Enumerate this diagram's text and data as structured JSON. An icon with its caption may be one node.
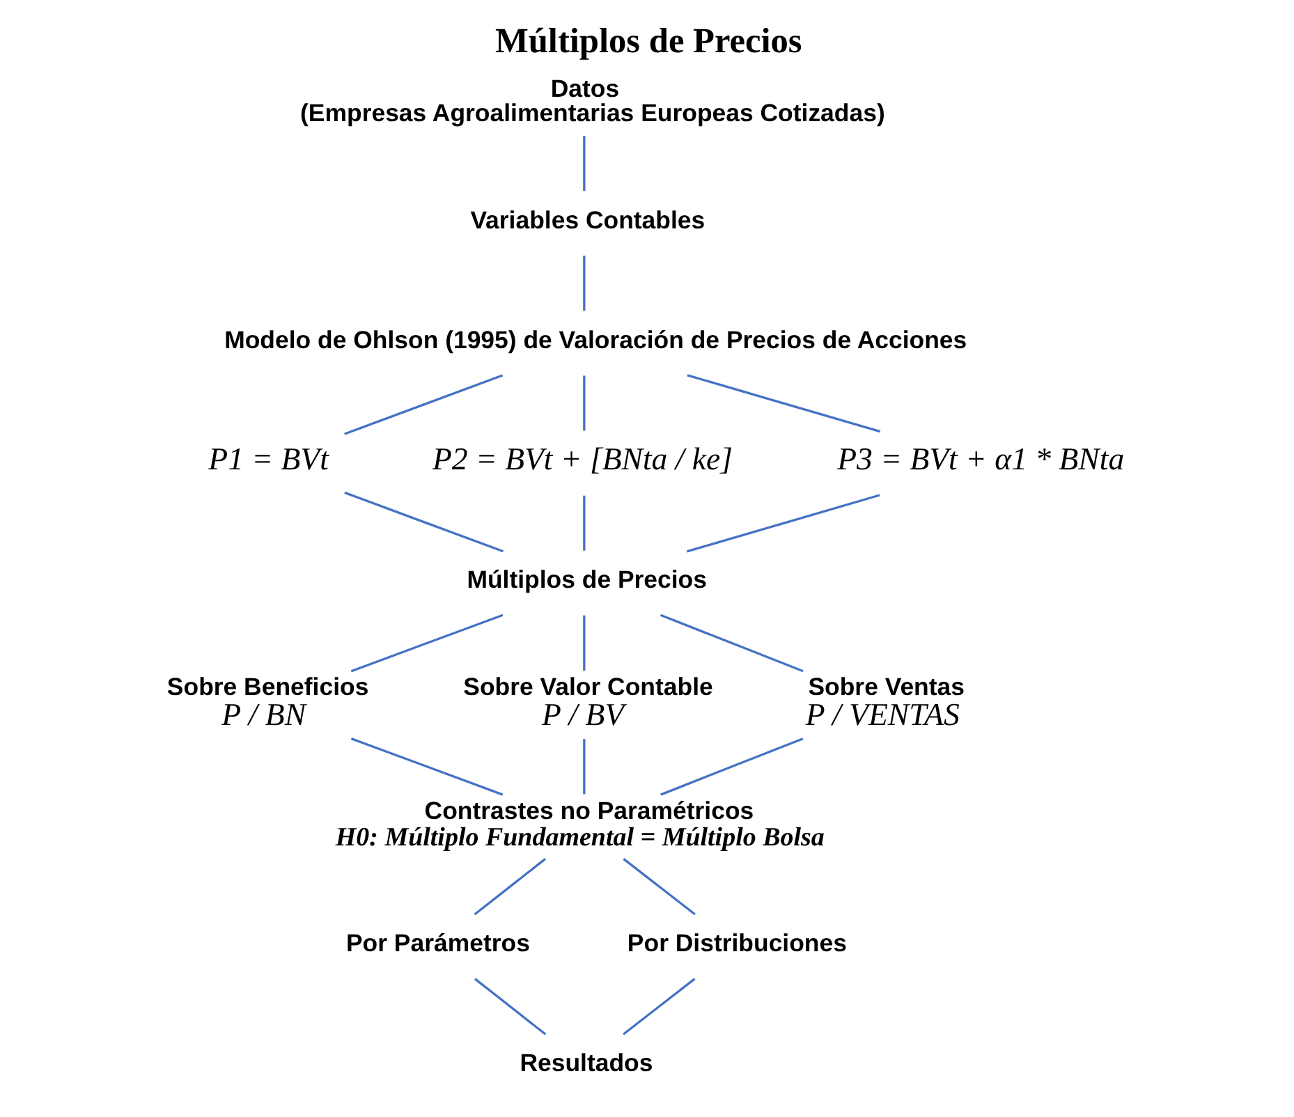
{
  "diagram": {
    "title": "Múltiplos de Precios",
    "nodes": [
      {
        "text": [
          "Datos",
          "(Empresas Agroalimentarias Europeas Cotizadas)"
        ]
      },
      {
        "text": [
          "Variables Contables"
        ]
      },
      {
        "text": [
          "Modelo de Ohlson (1995) de Valoración de Precios de Acciones"
        ]
      },
      {
        "text": [
          "P1 = BVt"
        ]
      },
      {
        "text": [
          "P2 = BVt + [BNta / ke]"
        ]
      },
      {
        "text": [
          "P3 = BVt + α1 * BNta"
        ]
      },
      {
        "text": [
          "Múltiplos de Precios"
        ]
      },
      {
        "text": [
          "Sobre Beneficios",
          "P / BN"
        ]
      },
      {
        "text": [
          "Sobre Valor Contable",
          "P / BV"
        ]
      },
      {
        "text": [
          "Sobre Ventas",
          "P / VENTAS"
        ]
      },
      {
        "text": [
          "Contrastes no Paramétricos",
          "H0: Múltiplo Fundamental = Múltiplo Bolsa"
        ]
      },
      {
        "text": [
          "Por Parámetros"
        ]
      },
      {
        "text": [
          "Por Distribuciones"
        ]
      },
      {
        "text": [
          "Resultados"
        ]
      }
    ],
    "edges": [
      {
        "from": 0,
        "to": 1,
        "arrow": "none"
      },
      {
        "from": 1,
        "to": 2,
        "arrow": "none"
      },
      {
        "from": 2,
        "to": 3,
        "arrow": "none"
      },
      {
        "from": 2,
        "to": 4,
        "arrow": "none"
      },
      {
        "from": 2,
        "to": 5,
        "arrow": "none"
      },
      {
        "from": 3,
        "to": 6,
        "arrow": "none"
      },
      {
        "from": 4,
        "to": 6,
        "arrow": "none"
      },
      {
        "from": 5,
        "to": 6,
        "arrow": "none"
      },
      {
        "from": 6,
        "to": 7,
        "arrow": "none"
      },
      {
        "from": 6,
        "to": 8,
        "arrow": "none"
      },
      {
        "from": 6,
        "to": 9,
        "arrow": "none"
      },
      {
        "from": 7,
        "to": 10,
        "arrow": "none"
      },
      {
        "from": 8,
        "to": 10,
        "arrow": "none"
      },
      {
        "from": 9,
        "to": 10,
        "arrow": "none"
      },
      {
        "from": 10,
        "to": 11,
        "arrow": "none"
      },
      {
        "from": 10,
        "to": 12,
        "arrow": "none"
      },
      {
        "from": 11,
        "to": 13,
        "arrow": "none"
      },
      {
        "from": 12,
        "to": 13,
        "arrow": "none"
      }
    ]
  }
}
